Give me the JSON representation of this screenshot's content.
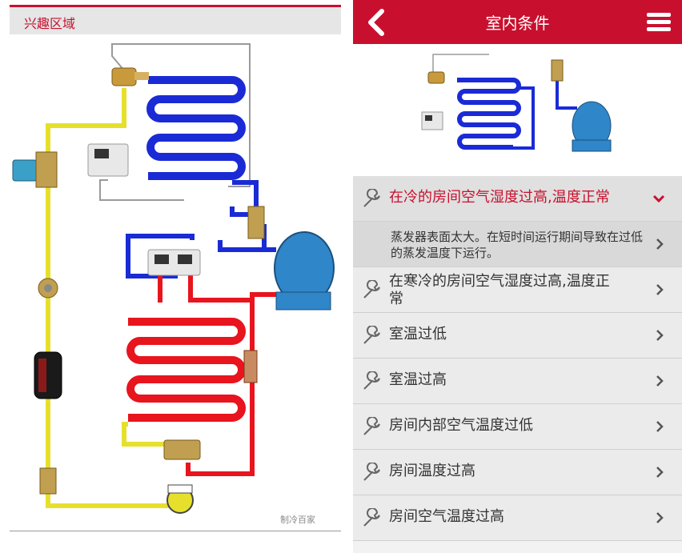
{
  "left_panel": {
    "title": "兴趣区域",
    "watermark": "制冷百家"
  },
  "app": {
    "title": "室内条件",
    "back_icon": "chevron-left-icon",
    "menu_icon": "hamburger-menu-icon"
  },
  "items": [
    {
      "label": "在冷的房间空气湿度过高,温度正常",
      "state": "expanded",
      "icon": "wrench-icon"
    },
    {
      "label": "蒸发器表面太大。在短时间运行期间导致在过低的蒸发温度下运行。",
      "state": "sub"
    },
    {
      "label": "在寒冷的房间空气湿度过高,温度正常",
      "state": "collapsed",
      "icon": "wrench-icon"
    },
    {
      "label": "室温过低",
      "state": "collapsed",
      "icon": "wrench-icon"
    },
    {
      "label": "室温过高",
      "state": "collapsed",
      "icon": "wrench-icon"
    },
    {
      "label": "房间内部空气温度过低",
      "state": "collapsed",
      "icon": "wrench-icon"
    },
    {
      "label": "房间温度过高",
      "state": "collapsed",
      "icon": "wrench-icon"
    },
    {
      "label": "房间空气温度过高",
      "state": "collapsed",
      "icon": "wrench-icon"
    }
  ],
  "colors": {
    "brand_red": "#c8102e",
    "suction_blue": "#1a2bd6",
    "discharge_red": "#e8141e",
    "liquid_yellow": "#e6e02c"
  }
}
